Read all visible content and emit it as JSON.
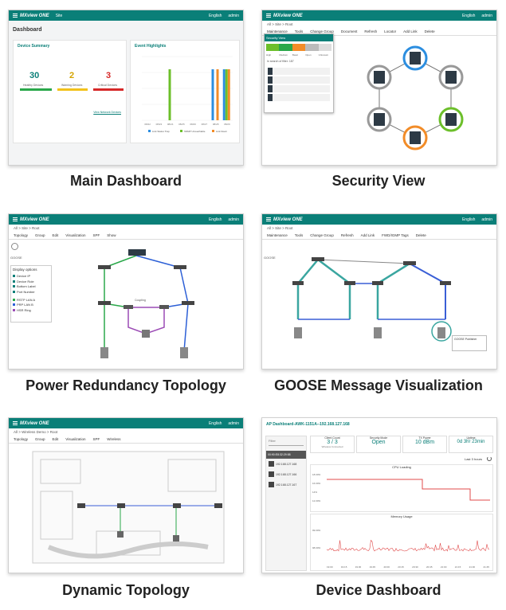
{
  "colors": {
    "teal": "#0a7f78",
    "green": "#2aa84a",
    "yellow": "#f2c21b",
    "red": "#d62828",
    "blue": "#2c8ee0",
    "orange": "#f28c28",
    "purple": "#9b4bb5"
  },
  "brand": "MXview ONE",
  "language": "English",
  "user": "admin",
  "panels": [
    {
      "caption": "Main Dashboard"
    },
    {
      "caption": "Security View"
    },
    {
      "caption": "Power Redundancy Topology"
    },
    {
      "caption": "GOOSE Message Visualization"
    },
    {
      "caption": "Dynamic Topology"
    },
    {
      "caption": "Device Dashboard"
    }
  ],
  "main_dashboard": {
    "site": "Site",
    "title": "Dashboard",
    "device_summary": {
      "title": "Device Summary",
      "healthy": {
        "value": "30",
        "label": "Healthy Devices"
      },
      "warning": {
        "value": "2",
        "label": "Warning Devices"
      },
      "critical": {
        "value": "3",
        "label": "Critical Devices"
      },
      "link": "View Network Devices"
    },
    "event_highlights": {
      "title": "Event Highlights"
    }
  },
  "chart_data": {
    "type": "bar",
    "categories": [
      "08/22",
      "08/23",
      "08/24",
      "08/25",
      "08/26",
      "08/27",
      "08/28",
      "08/29"
    ],
    "series": [
      {
        "name": "Link Status Trap",
        "values": [
          0,
          0,
          0,
          0,
          0,
          0,
          8,
          8
        ]
      },
      {
        "name": "SNMP Unreachable",
        "values": [
          0,
          0,
          8,
          0,
          0,
          0,
          0,
          8
        ]
      },
      {
        "name": "Link Down",
        "values": [
          0,
          0,
          0,
          0,
          0,
          0,
          8,
          8
        ]
      }
    ],
    "ylim": [
      0,
      10
    ]
  },
  "security_view": {
    "breadcrumb": "All > Site > Root",
    "toolbar": [
      "Maintenance",
      "Tools",
      "Change Group",
      "Document",
      "Refresh",
      "Locator",
      "Add Link",
      "Delete"
    ],
    "popup_title": "Security View",
    "legend": [
      "High",
      "Medium",
      "Basic",
      "Open",
      "Unknown"
    ],
    "group_title": "In search of filter: 187"
  },
  "power_topology": {
    "breadcrumb": "All > Site > Root",
    "toolbar": [
      "Topology",
      "Group",
      "Edit",
      "Visualization",
      "SPF",
      "Show"
    ],
    "display_options_title": "Display options",
    "display_options": [
      "Device IP",
      "Device Role",
      "Bottom Label",
      "Port Number",
      "RSTP LAN A",
      "PRP LAN B",
      "HSR Ring"
    ],
    "goose": "GOOSE",
    "coupling": "Coupling"
  },
  "goose_view": {
    "breadcrumb": "All > Site > Root",
    "toolbar": [
      "Maintenance",
      "Tools",
      "Change Group",
      "Refresh",
      "Add Link",
      "FWD/IGMP Tags",
      "Delete"
    ],
    "goose": "GOOSE",
    "tooltip_title": "GOOSE Publisher"
  },
  "dynamic_topology": {
    "breadcrumb": "All > Wireless Demo > Root",
    "toolbar": [
      "Topology",
      "Group",
      "Edit",
      "Visualization",
      "SPF",
      "Wireless"
    ]
  },
  "device_dashboard": {
    "title": "AP Dashboard-AWK-1151A--192.168.127.168",
    "filter": "Filter",
    "mac": "00:90:E8:32:29:58",
    "clients": [
      "192.168.127.168",
      "192.168.127.166",
      "192.168.127.167"
    ],
    "stats": [
      {
        "label": "Client Count",
        "value": "3  /  3",
        "sub": "Wireless   Connected"
      },
      {
        "label": "Security Mode",
        "value": "Open"
      },
      {
        "label": "TX Power",
        "value": "10 dBm"
      },
      {
        "label": "Uptime",
        "value": "0d 3hr 23min"
      }
    ],
    "range": "Last 3 hours",
    "cpu_title": "CPU Loading",
    "cpu_ticks": [
      "18.00%",
      "16.00%",
      "14%",
      "12.00%"
    ],
    "mem_title": "Memory Usage",
    "mem_ticks": [
      "99.00%",
      "98.00%"
    ],
    "time_ticks": [
      "19:00",
      "19:15",
      "19:30",
      "19:45",
      "20:00",
      "20:15",
      "20:30",
      "20:45",
      "21:00",
      "21:15",
      "21:30",
      "21:45"
    ]
  }
}
